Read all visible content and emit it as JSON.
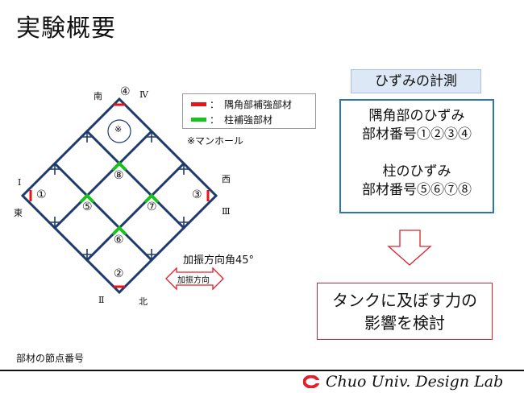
{
  "slide": {
    "title": "実験概要"
  },
  "diagram": {
    "directions": {
      "south": "南",
      "north": "北",
      "east": "東",
      "west": "西"
    },
    "roman_labels": {
      "I": "Ⅰ",
      "II": "Ⅱ",
      "III": "Ⅲ",
      "IV": "Ⅳ"
    },
    "node_numbers": {
      "n1": "①",
      "n2": "②",
      "n3": "③",
      "n4": "④",
      "n5": "⑤",
      "n6": "⑥",
      "n7": "⑦",
      "n8": "⑧"
    },
    "manhole_symbol": "※",
    "colors": {
      "frame": "#1f3b6e",
      "corner_reinforcement": "#e8141c",
      "column_reinforcement": "#19c21c"
    }
  },
  "legend": {
    "items": [
      {
        "label": "隅角部補強部材",
        "separator": "：",
        "color": "#e8141c"
      },
      {
        "label": "柱補強部材",
        "separator": "：",
        "color": "#19c21c"
      }
    ],
    "manhole_note": "※マンホール"
  },
  "excitation": {
    "angle_label": "加振方向角45°",
    "arrow_label": "加振方向",
    "arrow_color": "#e0202a"
  },
  "measurement": {
    "header": "ひずみの計測",
    "corner_title": "隅角部のひずみ",
    "corner_members": "部材番号①②③④",
    "column_title": "柱のひずみ",
    "column_members": "部材番号⑤⑥⑦⑧",
    "header_bg": "#dce8f5",
    "box_border": "#2e75b6"
  },
  "conclusion": {
    "line1": "タンクに及ぼす力の",
    "line2": "影響を検討",
    "border_color": "#e0202a"
  },
  "caption": "部材の節点番号",
  "footer": {
    "lab_name": "Chuo Univ. Design Lab",
    "logo_color": "#e0202a"
  }
}
